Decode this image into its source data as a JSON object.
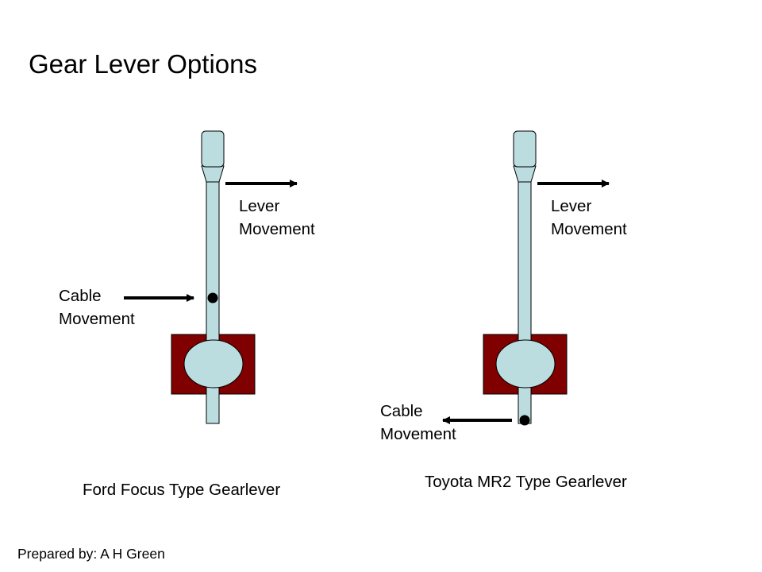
{
  "slide": {
    "title": "Gear Lever Options",
    "footer": "Prepared by: A H Green"
  },
  "ford": {
    "lever_label_1": "Lever",
    "lever_label_2": "Movement",
    "cable_label_1": "Cable",
    "cable_label_2": "Movement",
    "caption": "Ford Focus Type Gearlever"
  },
  "toyota": {
    "lever_label_1": "Lever",
    "lever_label_2": "Movement",
    "cable_label_1": "Cable",
    "cable_label_2": "Movement",
    "caption": "Toyota MR2 Type Gearlever"
  },
  "colors": {
    "lever_fill": "#BBDDE0",
    "outline": "#000000",
    "housing_fill": "#800000",
    "arrow": "#000000"
  }
}
